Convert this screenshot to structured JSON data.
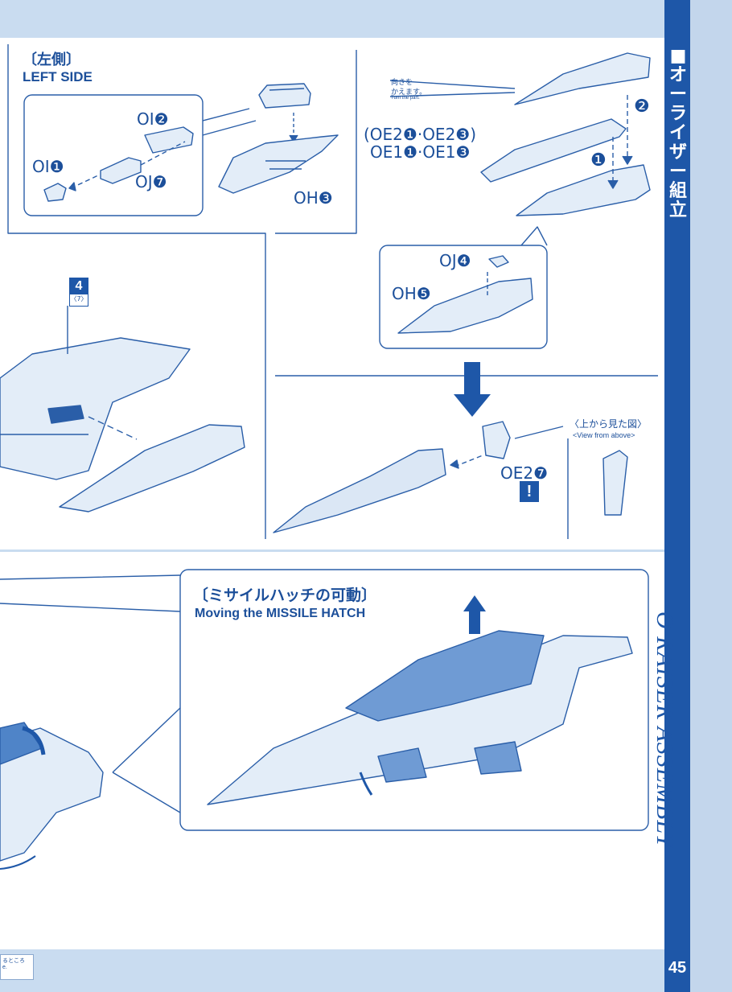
{
  "sidebar": {
    "jp_title": "■オーライザー組立",
    "en_title": "O RAISER ASSEMBLY",
    "page_number": "45"
  },
  "left_side": {
    "jp": "〔左側〕",
    "en": "LEFT SIDE"
  },
  "parts": {
    "oi2": "OI❷",
    "oi1": "OI❶",
    "oj7": "OJ❼",
    "oh3": "OH❸",
    "oe_line1": "(OE2❶·OE2❸)",
    "oe_line2": "OE1❶·OE1❸",
    "oj4": "OJ❹",
    "oh5": "OH❺",
    "oe27": "OE2❼"
  },
  "turn_part": {
    "jp_line1": "向きを",
    "jp_line2": "かえます。",
    "en": "Turn the part."
  },
  "steps": {
    "step1": "❶",
    "step2": "❷"
  },
  "ref_badge": {
    "number": "4",
    "sub": "〈7〉"
  },
  "view_from_above": {
    "jp": "〈上から見た図〉",
    "en": "<View from above>"
  },
  "caution_mark": "!",
  "missile_hatch": {
    "jp": "〔ミサイルハッチの可動〕",
    "en": "Moving the MISSILE HATCH"
  },
  "footer_note": {
    "line1": "るところ",
    "line2": "e."
  },
  "colors": {
    "sidebar": "#1e57a8",
    "background": "#c9dcf0",
    "ink": "#1c4f9a",
    "panel": "#ffffff"
  }
}
